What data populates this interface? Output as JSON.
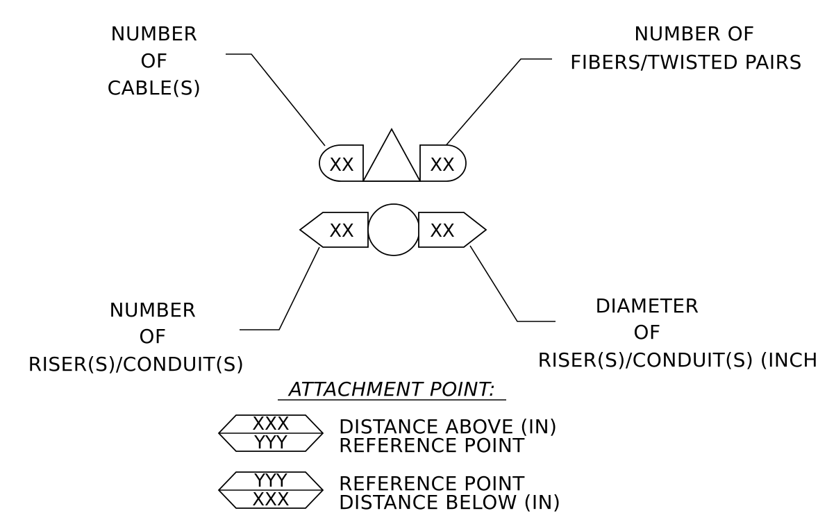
{
  "labels": {
    "cables": [
      "NUMBER",
      "OF",
      "CABLE(S)"
    ],
    "fibers": [
      "NUMBER  OF",
      "FIBERS/TWISTED  PAIRS"
    ],
    "risers": [
      "NUMBER",
      "OF",
      "RISER(S)/CONDUIT(S)"
    ],
    "diameter": [
      "DIAMETER",
      "OF",
      "RISER(S)/CONDUIT(S) (INCH"
    ]
  },
  "symbols": {
    "cable_left": "XX",
    "cable_right": "XX",
    "riser_left": "XX",
    "riser_right": "XX"
  },
  "attachment": {
    "heading": "ATTACHMENT  POINT:",
    "above": {
      "top": "XXX",
      "bottom": "YYY",
      "desc_top": "DISTANCE  ABOVE  (IN)",
      "desc_bottom": "REFERENCE  POINT"
    },
    "below": {
      "top": "YYY",
      "bottom": "XXX",
      "desc_top": "REFERENCE  POINT",
      "desc_bottom": "DISTANCE  BELOW   (IN)"
    }
  }
}
